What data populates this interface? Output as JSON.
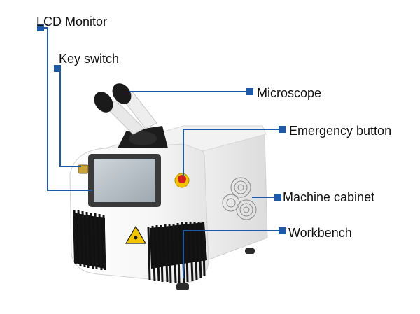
{
  "labels": {
    "lcd_monitor": "LCD Monitor",
    "key_switch": "Key switch",
    "microscope": "Microscope",
    "emergency_button": "Emergency button",
    "machine_cabinet": "Machine cabinet",
    "workbench": "Workbench"
  },
  "colors": {
    "callout": "#1f5aa8",
    "cabinet": "#f4f4f4",
    "fringe": "#141414",
    "button": "#d42020",
    "warning": "#f2c500"
  }
}
